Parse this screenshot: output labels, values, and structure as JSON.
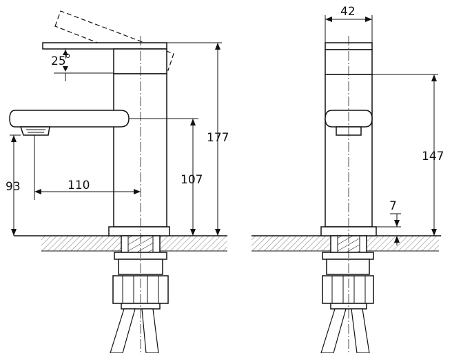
{
  "dimensions": {
    "height_total": "177",
    "height_spout": "107",
    "height_aerator": "93",
    "reach_spout": "110",
    "lever_angle": "25",
    "lever_angle_unit": "o",
    "body_width": "42",
    "body_height": "147",
    "base_height": "7"
  },
  "colors": {
    "line": "#111111",
    "hatch": "#d8d8d8"
  }
}
